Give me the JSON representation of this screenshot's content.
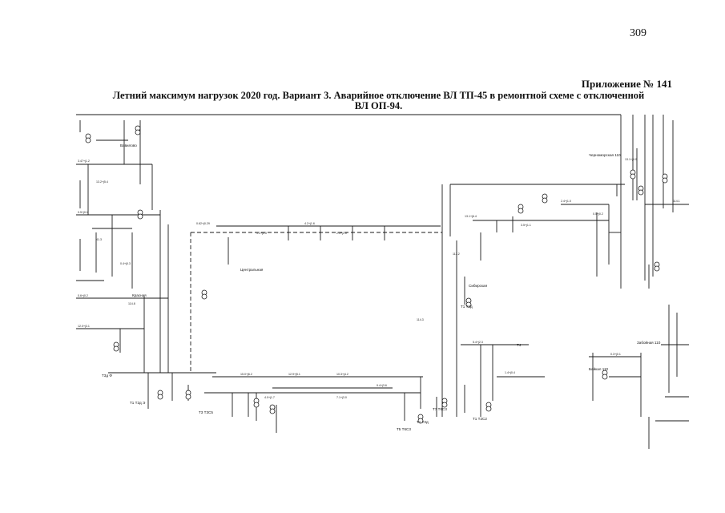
{
  "page": {
    "number": "309",
    "appendix": "Приложение № 141",
    "title_line1": "Летний максимум нагрузок 2020 год. Вариант 3. Аварийное отключение ВЛ ТП-45 в ремонтной схеме с отключенной",
    "title_line2": "ВЛ ОП-94."
  },
  "diagram": {
    "legible_labels": [
      "Вавилово",
      "Красная",
      "Центральная",
      "Сибирская",
      "Т3д Ф",
      "Т1 Т2д Э",
      "Т3 Т3С5",
      "Т1 Т2д",
      "Т5 Т6С3",
      "Т7 Т6С3",
      "Т1 Т2С2",
      "Т1 Т2д",
      "Т4",
      "Забойная 110",
      "Черноморская 110",
      "Байкал 110"
    ]
  }
}
